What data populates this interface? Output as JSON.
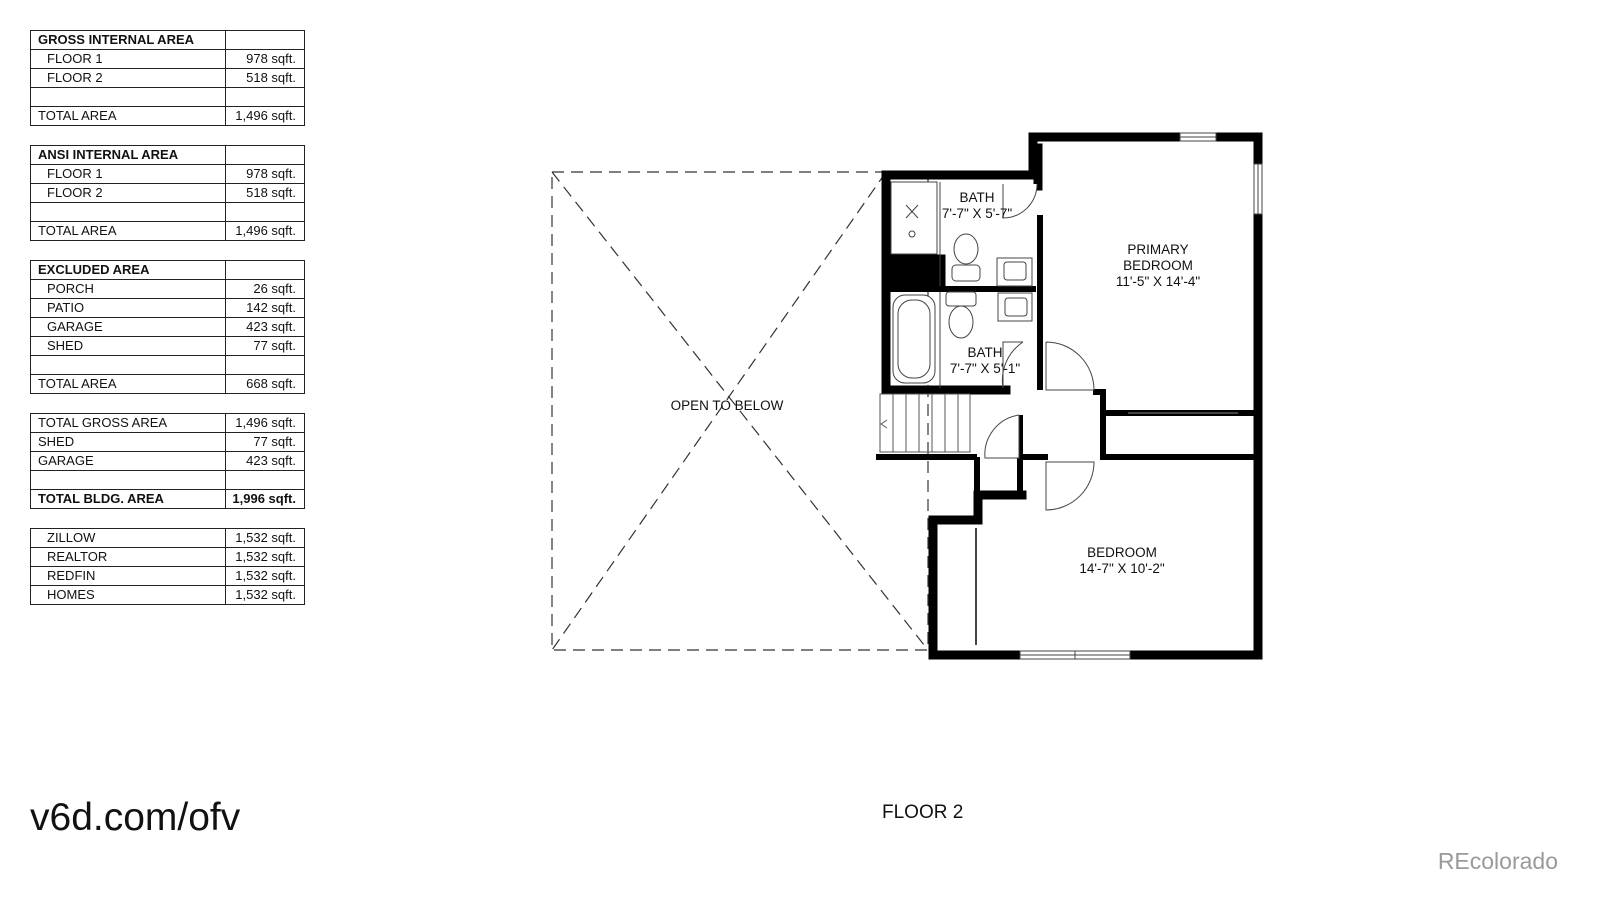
{
  "tables": [
    {
      "rows": [
        {
          "label": "GROSS INTERNAL AREA",
          "value": "",
          "style": "head"
        },
        {
          "label": "FLOOR 1",
          "value": "978 sqft.",
          "style": "indent"
        },
        {
          "label": "FLOOR 2",
          "value": "518 sqft.",
          "style": "indent"
        },
        {
          "label": "",
          "value": "",
          "style": "blank"
        },
        {
          "label": "TOTAL AREA",
          "value": "1,496 sqft.",
          "style": "plain"
        }
      ]
    },
    {
      "rows": [
        {
          "label": "ANSI INTERNAL AREA",
          "value": "",
          "style": "head"
        },
        {
          "label": "FLOOR 1",
          "value": "978 sqft.",
          "style": "indent"
        },
        {
          "label": "FLOOR 2",
          "value": "518 sqft.",
          "style": "indent"
        },
        {
          "label": "",
          "value": "",
          "style": "blank"
        },
        {
          "label": "TOTAL AREA",
          "value": "1,496 sqft.",
          "style": "plain"
        }
      ]
    },
    {
      "rows": [
        {
          "label": "EXCLUDED AREA",
          "value": "",
          "style": "head"
        },
        {
          "label": "PORCH",
          "value": "26 sqft.",
          "style": "indent"
        },
        {
          "label": "PATIO",
          "value": "142 sqft.",
          "style": "indent"
        },
        {
          "label": "GARAGE",
          "value": "423 sqft.",
          "style": "indent"
        },
        {
          "label": "SHED",
          "value": "77 sqft.",
          "style": "indent"
        },
        {
          "label": "",
          "value": "",
          "style": "blank"
        },
        {
          "label": "TOTAL AREA",
          "value": "668 sqft.",
          "style": "plain"
        }
      ]
    },
    {
      "rows": [
        {
          "label": "TOTAL GROSS AREA",
          "value": "1,496 sqft.",
          "style": "plain"
        },
        {
          "label": "SHED",
          "value": "77 sqft.",
          "style": "plain"
        },
        {
          "label": "GARAGE",
          "value": "423 sqft.",
          "style": "plain"
        },
        {
          "label": "",
          "value": "",
          "style": "blank"
        },
        {
          "label": "TOTAL BLDG. AREA",
          "value": "1,996 sqft.",
          "style": "bold"
        }
      ]
    },
    {
      "rows": [
        {
          "label": "ZILLOW",
          "value": "1,532 sqft.",
          "style": "indent"
        },
        {
          "label": "REALTOR",
          "value": "1,532 sqft.",
          "style": "indent"
        },
        {
          "label": "REDFIN",
          "value": "1,532 sqft.",
          "style": "indent"
        },
        {
          "label": "HOMES",
          "value": "1,532 sqft.",
          "style": "indent"
        }
      ]
    }
  ],
  "plan": {
    "open_to_below": "OPEN TO BELOW",
    "bath_upper": {
      "name": "BATH",
      "dims": "7'-7\" X 5'-7\""
    },
    "bath_lower": {
      "name": "BATH",
      "dims": "7'-7\" X 5'-1\""
    },
    "primary_bedroom": {
      "name_line1": "PRIMARY",
      "name_line2": "BEDROOM",
      "dims": "11'-5\" X 14'-4\""
    },
    "bedroom": {
      "name": "BEDROOM",
      "dims": "14'-7\" X 10'-2\""
    }
  },
  "floor_title": "FLOOR 2",
  "website": "v6d.com/ofv",
  "watermark": "REcolorado"
}
